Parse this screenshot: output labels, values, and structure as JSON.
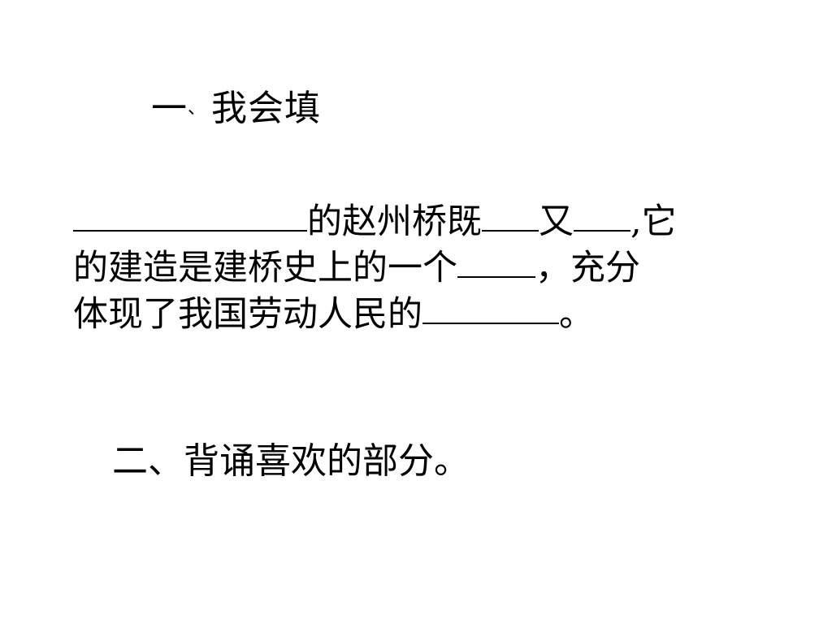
{
  "section1": {
    "number": "一",
    "separator": "、",
    "title": "我会填"
  },
  "passage": {
    "line1_a": "的赵州桥既",
    "line1_b": "又",
    "line1_c": ",它",
    "line2_a": "的建造是建桥史上的一个",
    "line2_b": "，充分",
    "line3_a": "体现了我国劳动人民的",
    "line3_b": "。"
  },
  "section2": {
    "text": "二、背诵喜欢的部分。"
  }
}
